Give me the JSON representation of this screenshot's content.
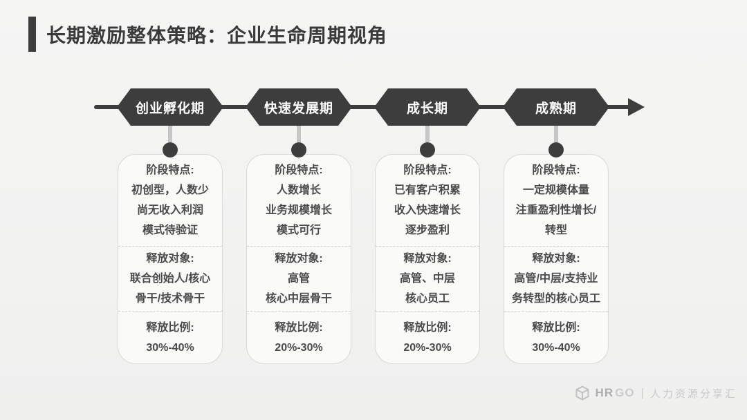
{
  "title": {
    "text": "长期激励整体策略：企业生命周期视角"
  },
  "colors": {
    "accent-dark": "#3d3d3d",
    "title-text": "#3a3a3a",
    "page-bg": "#f2f2f1",
    "card-bg": "#fafaf9",
    "card-border": "#d9d9d7",
    "card-text": "#4a4a4a",
    "dash-gray": "#cfcfcf",
    "connector-gray": "#c6c6c6",
    "watermark-gray": "#c4c4c4"
  },
  "timeline": {
    "stages": [
      {
        "name": "创业孵化期",
        "sections": [
          {
            "label": "阶段特点:",
            "lines": [
              "初创型，人数少",
              "尚无收入利润",
              "模式待验证"
            ]
          },
          {
            "label": "释放对象:",
            "lines": [
              "联合创始人/核心",
              "骨干/技术骨干"
            ]
          },
          {
            "label": "释放比例:",
            "lines": [
              "30%-40%"
            ]
          }
        ]
      },
      {
        "name": "快速发展期",
        "sections": [
          {
            "label": "阶段特点:",
            "lines": [
              "人数增长",
              "业务规模增长",
              "模式可行"
            ]
          },
          {
            "label": "释放对象:",
            "lines": [
              "高管",
              "核心中层骨干"
            ]
          },
          {
            "label": "释放比例:",
            "lines": [
              "20%-30%"
            ]
          }
        ]
      },
      {
        "name": "成长期",
        "sections": [
          {
            "label": "阶段特点:",
            "lines": [
              "已有客户积累",
              "收入快速增长",
              "逐步盈利"
            ]
          },
          {
            "label": "释放对象:",
            "lines": [
              "高管、中层",
              "核心员工"
            ]
          },
          {
            "label": "释放比例:",
            "lines": [
              "20%-30%"
            ]
          }
        ]
      },
      {
        "name": "成熟期",
        "sections": [
          {
            "label": "阶段特点:",
            "lines": [
              "一定规模体量",
              "注重盈利性增长/",
              "转型"
            ]
          },
          {
            "label": "释放对象:",
            "lines": [
              "高管/中层/支持业",
              "务转型的核心员工"
            ]
          },
          {
            "label": "释放比例:",
            "lines": [
              "30%-40%"
            ]
          }
        ]
      }
    ]
  },
  "footer": {
    "brand_bold": "HR",
    "brand_light": "GO",
    "divider": "|",
    "brand_cn": "人力资源分享汇",
    "logo_icon": "cube-icon"
  }
}
